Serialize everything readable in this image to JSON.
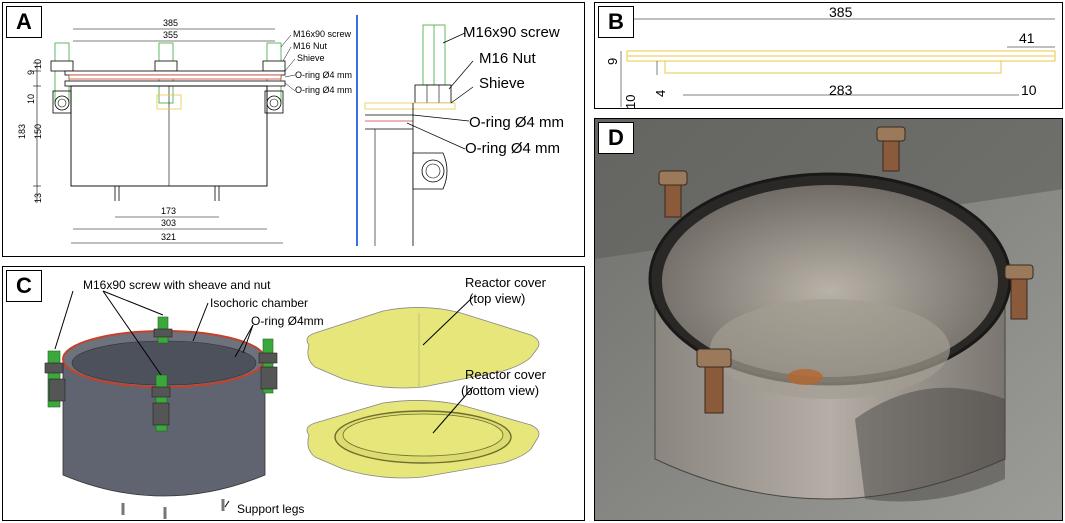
{
  "panels": {
    "A": {
      "label": "A",
      "dims": {
        "d385": "385",
        "d355": "355",
        "d9": "9",
        "d10a": "10",
        "d10b": "10",
        "d183": "183",
        "d150": "150",
        "d13": "13",
        "d173": "173",
        "d303": "303",
        "d321": "321"
      },
      "callouts": {
        "screw": "M16x90 screw",
        "nut": "M16 Nut",
        "shieve": "Shieve",
        "oring1": "O-ring Ø4 mm",
        "oring2": "O-ring Ø4 mm"
      },
      "detail": {
        "screw": "M16x90 screw",
        "nut": "M16 Nut",
        "shieve": "Shieve",
        "oring1": "O-ring Ø4 mm",
        "oring2": "O-ring Ø4 mm"
      }
    },
    "B": {
      "label": "B",
      "dims": {
        "d385": "385",
        "d41": "41",
        "d9": "9",
        "d10": "10",
        "d4": "4",
        "d283": "283",
        "d10r": "10"
      }
    },
    "C": {
      "label": "C",
      "labels": {
        "screw": "M16x90 screw with sheave and nut",
        "chamber": "Isochoric chamber",
        "oring": "O-ring Ø4mm",
        "legs": "Support legs",
        "cover_top_1": "Reactor cover",
        "cover_top_2": "(top view)",
        "cover_bottom_1": "Reactor cover",
        "cover_bottom_2": "(bottom view)"
      }
    },
    "D": {
      "label": "D"
    }
  },
  "colors": {
    "screw_green": "#3aa83a",
    "cover_yellow": "#e6e67a",
    "oring_red": "#c8402a",
    "chamber_grey": "#5f6470",
    "divider_blue": "#3a6fe0",
    "drawing_yellow": "#e8c84a"
  }
}
